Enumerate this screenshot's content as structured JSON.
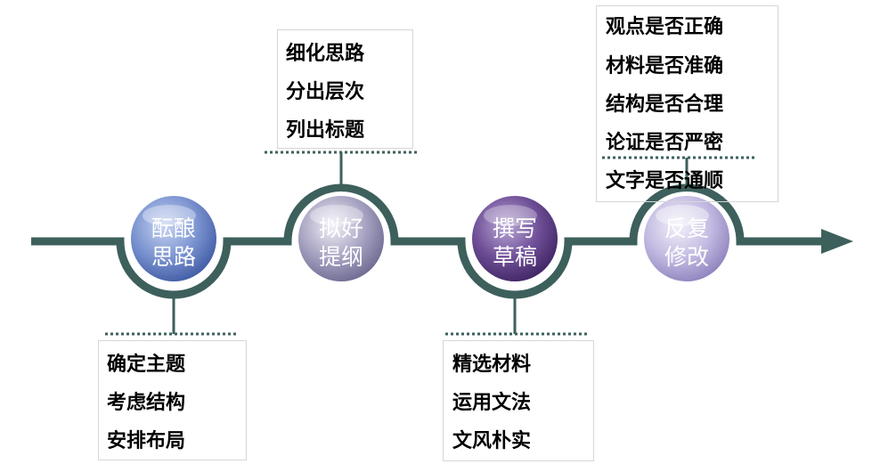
{
  "steps": [
    {
      "label_top": "酝酿",
      "label_bottom": "思路",
      "details": [
        "确定主题",
        "考虑结构",
        "安排布局"
      ]
    },
    {
      "label_top": "拟好",
      "label_bottom": "提纲",
      "details": [
        "细化思路",
        "分出层次",
        "列出标题"
      ]
    },
    {
      "label_top": "撰写",
      "label_bottom": "草稿",
      "details": [
        "精选材料",
        "运用文法",
        "文风朴实"
      ]
    },
    {
      "label_top": "反复",
      "label_bottom": "修改",
      "details": [
        "观点是否正确",
        "材料是否准确",
        "结构是否合理",
        "论证是否严密",
        "文字是否通顺"
      ]
    }
  ],
  "colors": {
    "timeline": "#3d605c",
    "dotted_line": "#3d605c",
    "step1_fill": "#6f87c4",
    "step2_fill": "#8b87a8",
    "step3_fill": "#6b4f8e",
    "step4_fill": "#b3acd6"
  }
}
